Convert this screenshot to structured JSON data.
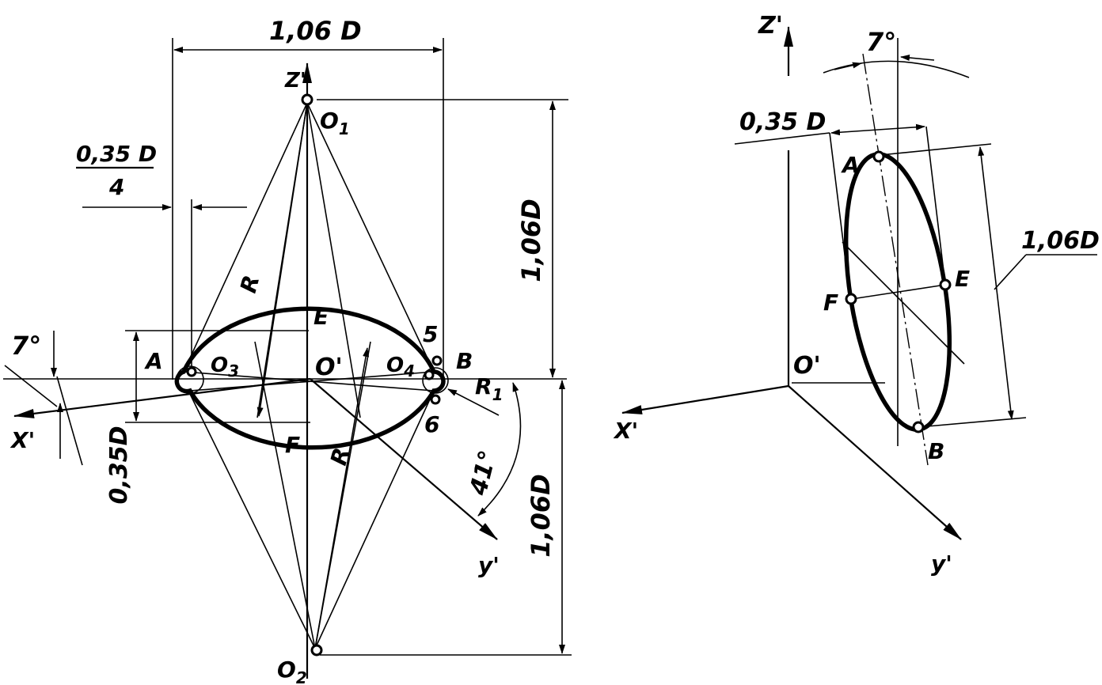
{
  "left_figure": {
    "axes": {
      "z": "Z'",
      "x": "X'",
      "y": "y'",
      "origin": "O'"
    },
    "points": {
      "o1": "O",
      "o1_sub": "1",
      "o2": "O",
      "o2_sub": "2",
      "o3": "O",
      "o3_sub": "3",
      "o4": "O",
      "o4_sub": "4",
      "a": "A",
      "b": "B",
      "e": "E",
      "f": "F",
      "p5": "5",
      "p6": "6"
    },
    "dimensions": {
      "width_top": "1,06 D",
      "height_upper": "1,06D",
      "height_lower": "1,06D",
      "minor_axis": "0,35D",
      "offset_numerator": "0,35 D",
      "offset_denominator": "4",
      "radius_left": "R",
      "radius_right": "R",
      "radius_small": "R",
      "radius_small_sub": "1",
      "angle_x": "7°",
      "angle_y": "41°"
    }
  },
  "right_figure": {
    "axes": {
      "z": "Z'",
      "x": "X'",
      "y": "y'",
      "origin": "O'"
    },
    "points": {
      "a": "A",
      "b": "B",
      "e": "E",
      "f": "F"
    },
    "dimensions": {
      "major_axis": "1,06D",
      "minor_axis": "0,35 D",
      "angle": "7°"
    }
  }
}
